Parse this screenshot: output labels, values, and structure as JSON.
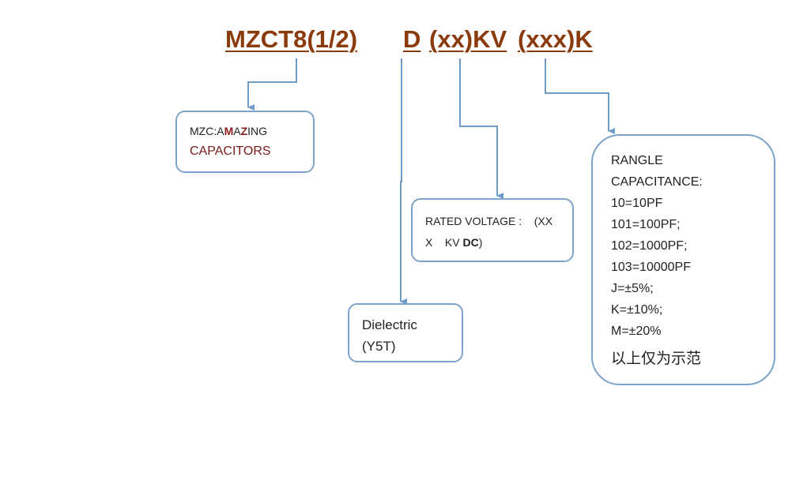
{
  "code": {
    "part1": "MZCT8(1/2)",
    "part2": "D",
    "part3": "(xx)KV",
    "part4": "(xxx)K"
  },
  "box_mzc": {
    "prefix": "MZC:A",
    "m": "M",
    "a": "A",
    "z": "Z",
    "suffix": "ING",
    "line2": "CAPACITORS"
  },
  "box_voltage": {
    "line1": "RATED VOLTAGE :    (XX",
    "line2": "X    KV ",
    "dc": "DC",
    "close": ")"
  },
  "box_dielectric": {
    "line1": "Dielectric",
    "line2": "(Y5T)"
  },
  "box_capacitance": {
    "lines": [
      "RANGLE",
      "CAPACITANCE:",
      "10=10PF",
      "101=100PF;",
      "102=1000PF;",
      "103=10000PF",
      "J=±5%;",
      "K=±10%;",
      "M=±20%"
    ],
    "note": "以上仅为示范"
  },
  "colors": {
    "code_text": "#8b3a0c",
    "box_border": "#7fa4cc",
    "connector": "#6f9bc7",
    "highlight": "#8b1a1a"
  }
}
